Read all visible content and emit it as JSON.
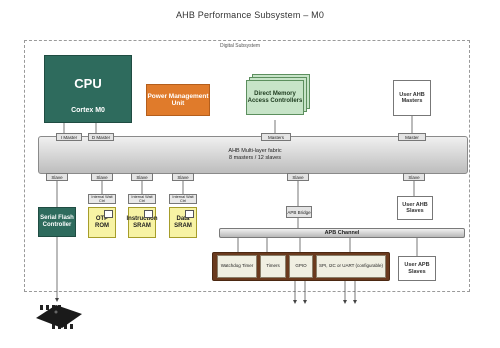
{
  "title": "AHB Performance Subsystem – M0",
  "subsystem_label": "Digital Subsystem",
  "cpu": {
    "title": "CPU",
    "subtitle": "Cortex M0"
  },
  "pmu": {
    "label": "Power Management Unit"
  },
  "dmac": {
    "label": "Direct Memory Access Controllers"
  },
  "user_ahb_masters": {
    "label": "User AHB Masters"
  },
  "ahb_fabric": {
    "line1": "AHB Multi-layer fabric",
    "line2": "8 masters / 12 slaves"
  },
  "master_ports": {
    "cpu_i": "I Master",
    "cpu_d": "D Master",
    "dmac": "Masters",
    "user": "Master"
  },
  "slave_ports": {
    "flash": "Slave",
    "otp": "Slave",
    "isram": "Slave",
    "dsram": "Slave",
    "bridge": "Slave",
    "user": "Slave"
  },
  "wait_states": {
    "otp": "Internal Wait Ctrl",
    "isram": "Internal Wait Ctrl",
    "dsram": "Internal Wait Ctrl"
  },
  "memories": {
    "otp": "OTP ROM",
    "isram": "Instruction SRAM",
    "dsram": "Data SRAM"
  },
  "flash_ctrl": {
    "label": "Serial Flash Controller"
  },
  "apb_bridge": {
    "label": "APB Bridge"
  },
  "user_ahb_slaves": {
    "label": "User AHB Slaves"
  },
  "apb_channel": {
    "label": "APB Channel"
  },
  "peripherals": [
    {
      "label": "Watchdog Timer"
    },
    {
      "label": "Timers"
    },
    {
      "label": "GPIO"
    },
    {
      "label": "SPI, I2C or UART (configurable)"
    }
  ],
  "user_apb_slaves": {
    "label": "User APB Slaves"
  },
  "colors": {
    "cpu": "#2e6b5d",
    "pmu": "#e07b2b",
    "dmac": "#c7e4c8",
    "memory": "#f7f3a4",
    "peripheral_group": "#6a3a1e"
  },
  "icons": {
    "flash_chip": "flash-chip-icon",
    "memory": "memory-icon"
  }
}
